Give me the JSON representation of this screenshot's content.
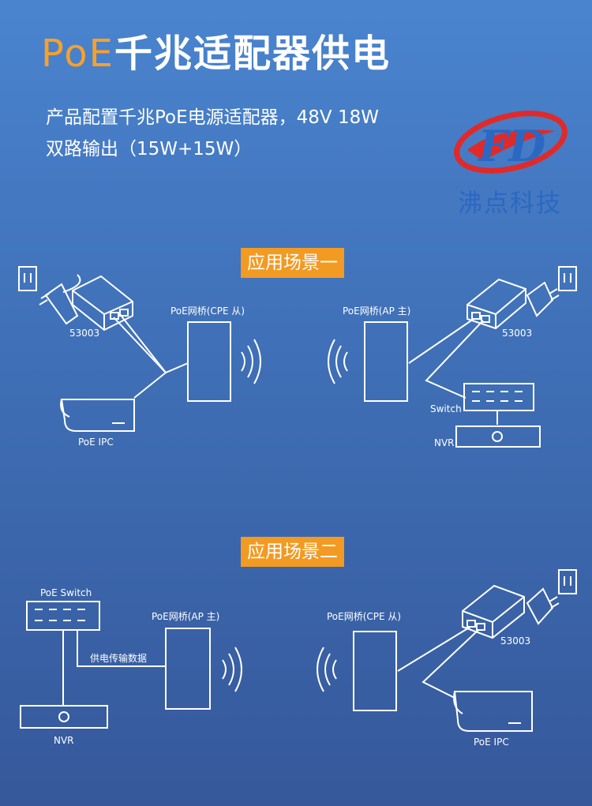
{
  "header": {
    "title_accent": "PoE",
    "title_rest": "千兆适配器供电",
    "subtitle_line1": "产品配置千兆PoE电源适配器，48V 18W",
    "subtitle_line2": "双路输出（15W+15W）"
  },
  "brand": {
    "logo_letters": "FD",
    "name": "沸点科技",
    "colors": {
      "red": "#e02a2a",
      "blue": "#2a68c2"
    }
  },
  "scene1": {
    "tag": "应用场景一",
    "left_adapter": "53003",
    "right_adapter": "53003",
    "bridge_cpe": "PoE网桥(CPE  从)",
    "bridge_ap": "PoE网桥(AP 主)",
    "camera": "PoE IPC",
    "switch": "Switch",
    "nvr": "NVR"
  },
  "scene2": {
    "tag": "应用场景二",
    "poe_switch": "PoE Switch",
    "data_link": "供电传输数据",
    "nvr": "NVR",
    "bridge_ap": "PoE网桥(AP  主)",
    "bridge_cpe": "PoE网桥(CPE 从)",
    "adapter": "53003",
    "camera": "PoE IPC"
  },
  "icons": [
    "wall-socket-icon",
    "power-plug-icon",
    "poe-adapter-icon",
    "wifi-signal-icon",
    "network-switch-icon",
    "nvr-icon",
    "ip-camera-icon"
  ]
}
